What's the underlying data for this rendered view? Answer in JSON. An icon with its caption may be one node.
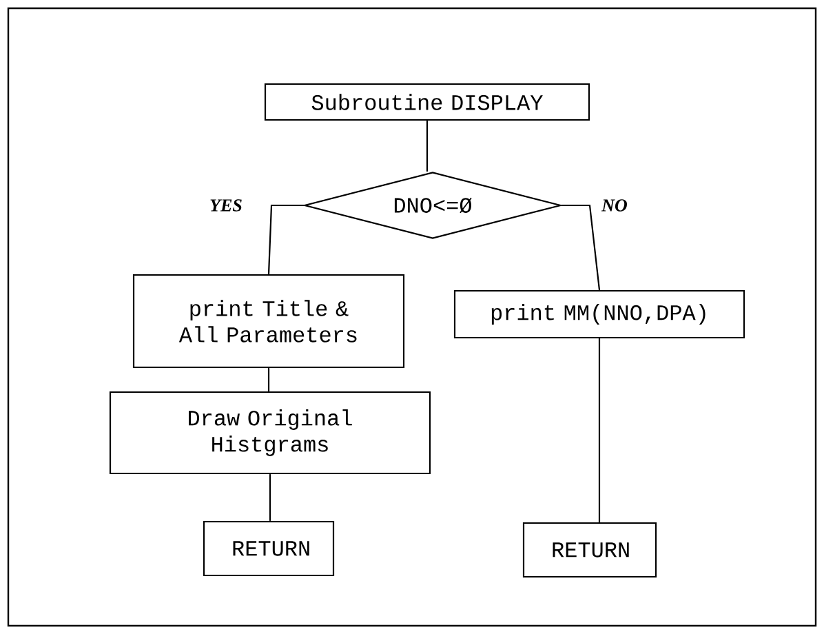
{
  "diagram": {
    "nodes": [
      {
        "text": [
          "Subroutine DISPLAY"
        ]
      },
      {
        "text": [
          "DNO<=Ø"
        ]
      },
      {
        "text": [
          "print Title & All Parameters"
        ]
      },
      {
        "text": [
          "print MM(NNO,DPA)"
        ]
      },
      {
        "text": [
          "Draw Original Histgrams"
        ]
      },
      {
        "text": [
          "RETURN"
        ]
      },
      {
        "text": [
          "RETURN"
        ]
      }
    ],
    "edges": [
      {
        "from": 0,
        "to": 1,
        "arrow": "none"
      },
      {
        "from": 1,
        "to": 2,
        "arrow": "none",
        "label": "YES"
      },
      {
        "from": 1,
        "to": 3,
        "arrow": "none",
        "label": "NO"
      },
      {
        "from": 2,
        "to": 4,
        "arrow": "none"
      },
      {
        "from": 4,
        "to": 5,
        "arrow": "none"
      },
      {
        "from": 3,
        "to": 6,
        "arrow": "none"
      }
    ]
  }
}
